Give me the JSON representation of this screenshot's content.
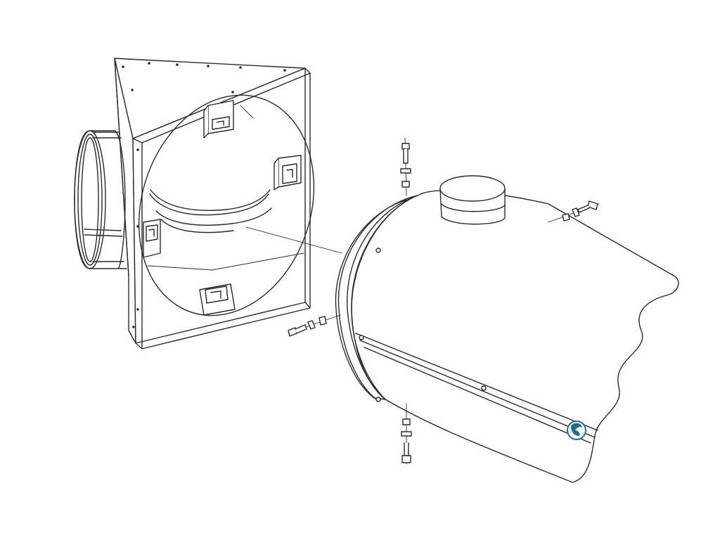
{
  "diagram": {
    "type": "exploded-assembly-line-drawing",
    "line_color": "#2a2a2a",
    "background_color": "#ffffff",
    "logo_color": "#1f6f86",
    "parts": [
      {
        "id": "plenum-box",
        "icon": "square-plenum-box"
      },
      {
        "id": "box-spigot",
        "icon": "circular-spigot-collar"
      },
      {
        "id": "fan-housing",
        "icon": "cylindrical-fan-housing"
      },
      {
        "id": "housing-top-spigot",
        "icon": "round-outlet-spigot"
      },
      {
        "id": "housing-flange-ring",
        "icon": "mounting-flange-ring"
      },
      {
        "id": "mounting-brackets",
        "icon": "z-bracket",
        "count": 4
      },
      {
        "id": "bolt-sets",
        "icon": "bolt-washer-nut",
        "count": 4
      },
      {
        "id": "brand-logo",
        "icon": "brand-logo-badge"
      }
    ]
  }
}
